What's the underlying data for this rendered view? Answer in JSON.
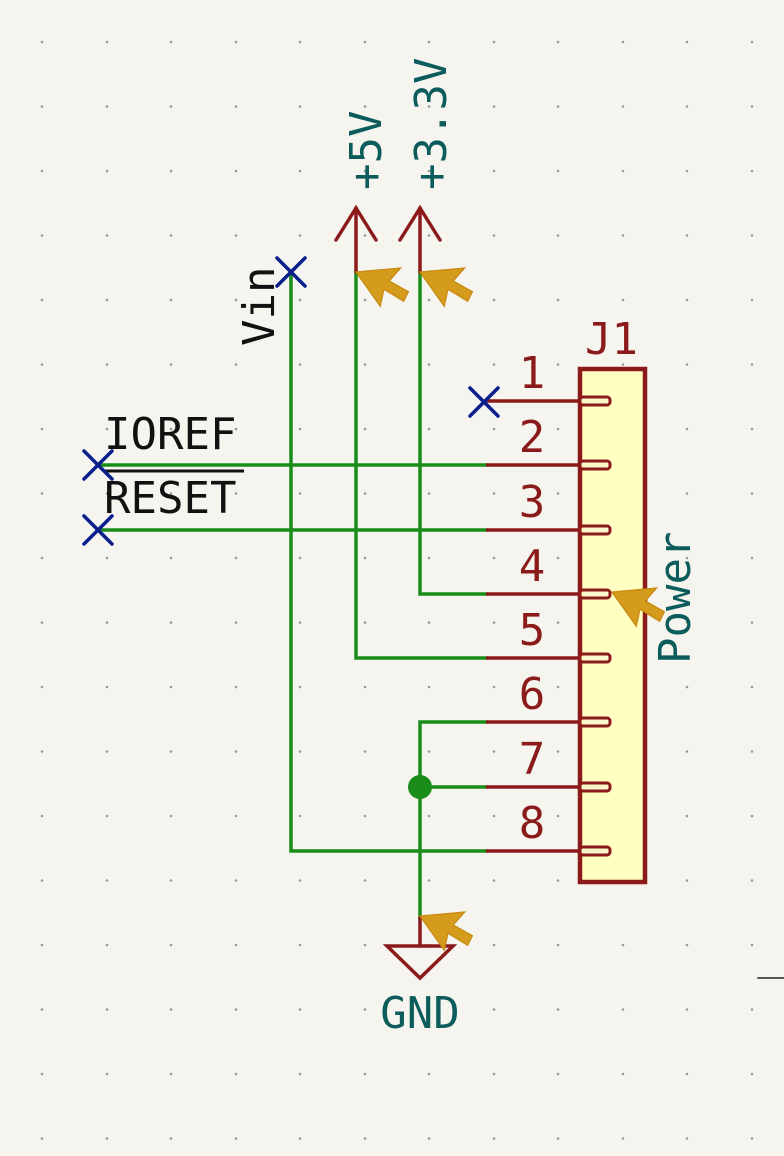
{
  "component": {
    "reference": "J1",
    "value": "Power",
    "pins": [
      {
        "number": "1",
        "connection": "no-connect"
      },
      {
        "number": "2",
        "connection": "IOREF"
      },
      {
        "number": "3",
        "connection": "RESET"
      },
      {
        "number": "4",
        "connection": "+3.3V"
      },
      {
        "number": "5",
        "connection": "+5V"
      },
      {
        "number": "6",
        "connection": "GND"
      },
      {
        "number": "7",
        "connection": "GND"
      },
      {
        "number": "8",
        "connection": "Vin"
      }
    ]
  },
  "nets": {
    "vin": "Vin",
    "v5": "+5V",
    "v33": "+3.3V",
    "ioref": "IOREF",
    "reset": "RESET",
    "gnd": "GND"
  },
  "colors": {
    "background": "#f5f4ef",
    "wire": "#1a8c1a",
    "symbol": "#8b1a1a",
    "symbol_fill": "#ffffc2",
    "no_connect": "#0a1f8c",
    "net_label": "#0d5c5c"
  },
  "icons": [
    "no-connect-x-icon",
    "power-arrow-icon",
    "ground-symbol-icon",
    "junction-dot-icon",
    "pointer-arrow-icon"
  ]
}
